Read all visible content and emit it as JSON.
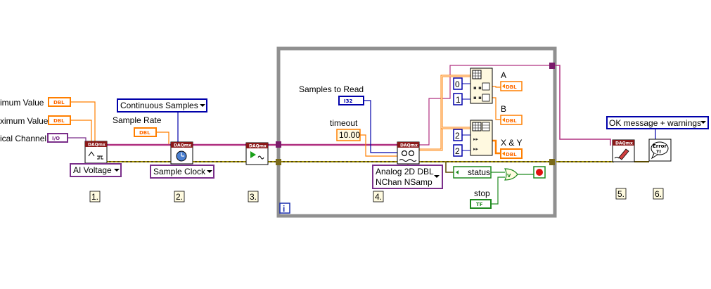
{
  "labels": {
    "max_value": "imum Value",
    "min_value": "ximum Value",
    "phys_channel": "ical Channel",
    "sample_rate": "Sample Rate",
    "samples_to_read": "Samples to Read",
    "timeout": "timeout",
    "stop": "stop",
    "out_a": "A",
    "out_b": "B",
    "out_xy": "X & Y"
  },
  "rings": {
    "sample_mode": "Continuous Samples",
    "ai_voltage": "AI Voltage",
    "sample_clock": "Sample Clock",
    "read_mode_line1": "Analog 2D DBL",
    "read_mode_line2": "NChan NSamp",
    "error_msg": "OK message + warnings"
  },
  "constants": {
    "timeout_value": "10.00",
    "index0": "0",
    "index1": "1",
    "index2a": "2",
    "index2b": "2"
  },
  "type_tags": {
    "dbl": "DBL",
    "io": "I/O",
    "i32": "I32",
    "tf": "TF"
  },
  "vi_headers": {
    "daqmx": "DAQmx"
  },
  "status_label": "status",
  "loop_iteration": "i",
  "error_icon": "Error ?!",
  "steps": [
    "1.",
    "2.",
    "3.",
    "4.",
    "5.",
    "6."
  ],
  "colors": {
    "orange_wire": "#ff7f00",
    "blue_control": "#0000aa",
    "pink_wire": "#b03080",
    "purple_wire": "#7a2e8a",
    "error_wire_dark": "#5a4a00",
    "error_wire_light": "#e0d200",
    "loop_gray": "#909090",
    "bool_green": "#1e8a1e"
  }
}
